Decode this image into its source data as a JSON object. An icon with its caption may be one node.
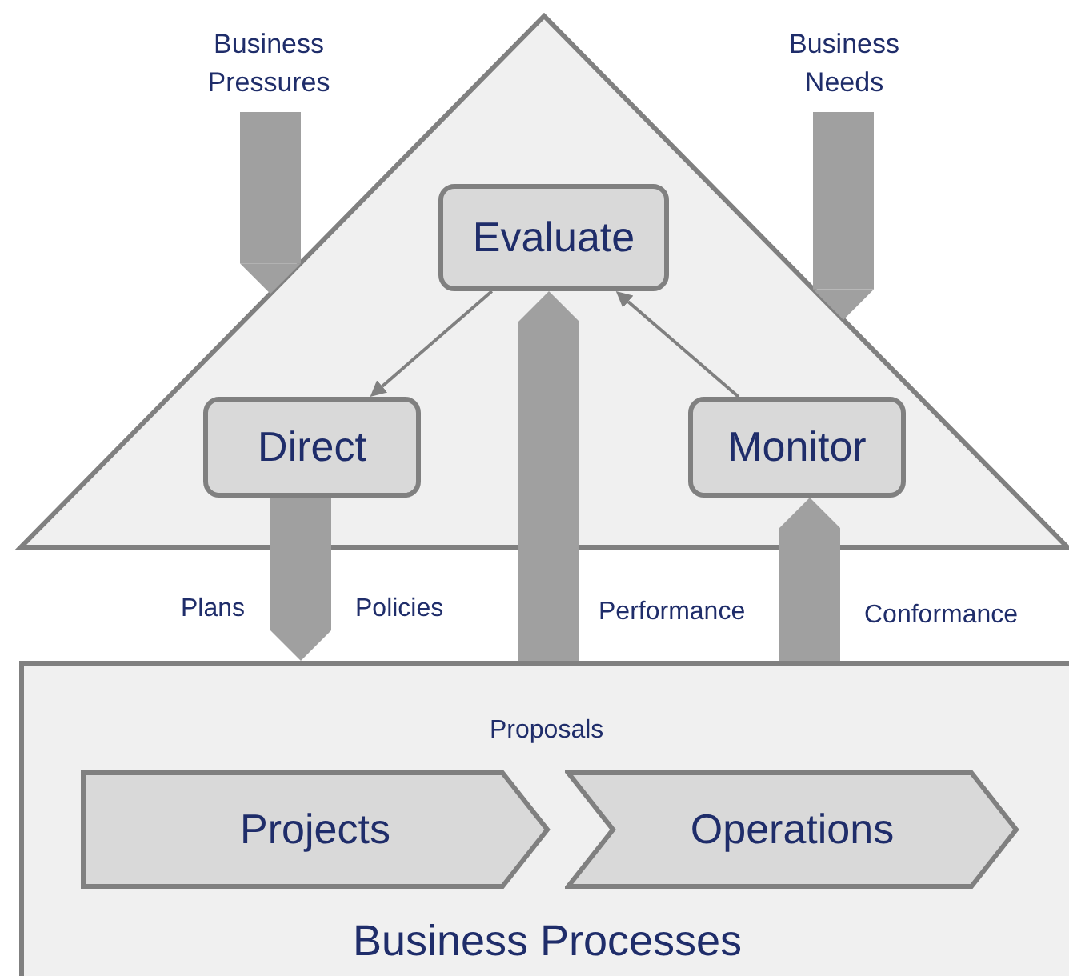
{
  "diagram": {
    "nodes": [
      {
        "text": [],
        "shape": "triangle"
      },
      {
        "text": [
          "Business Pressures"
        ]
      },
      {
        "text": [
          "Business Needs"
        ]
      },
      {
        "text": [
          "Evaluate"
        ],
        "in": 0
      },
      {
        "text": [
          "Direct"
        ],
        "in": 0
      },
      {
        "text": [
          "Monitor"
        ],
        "in": 0
      },
      {
        "text": [
          "Business Processes"
        ]
      },
      {
        "text": [
          "Projects"
        ],
        "in": 6
      },
      {
        "text": [
          "Operations"
        ],
        "in": 6
      }
    ],
    "edges": [
      {
        "from": 1,
        "to": 0,
        "arrow": "to"
      },
      {
        "from": 2,
        "to": 0,
        "arrow": "to"
      },
      {
        "from": 3,
        "to": 4,
        "arrow": "to",
        "color": "#808080"
      },
      {
        "from": 5,
        "to": 3,
        "arrow": "to",
        "color": "#808080"
      },
      {
        "from": 4,
        "to": 6,
        "arrow": "to"
      },
      {
        "from": 6,
        "to": 3,
        "arrow": "to",
        "label": "Proposals"
      },
      {
        "from": 6,
        "to": 5,
        "arrow": "to"
      }
    ],
    "labels": [
      "Plans",
      "Policies",
      "Performance",
      "Conformance"
    ]
  }
}
